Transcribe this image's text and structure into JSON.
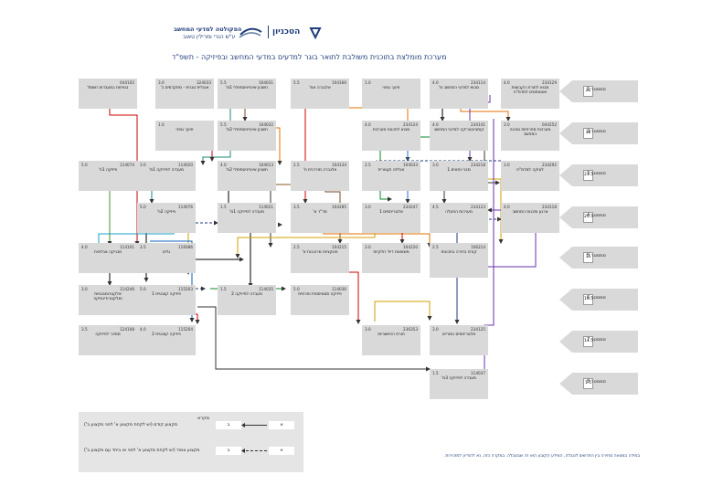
{
  "header": {
    "faculty_name": "הפקולטה למדעי המחשב",
    "faculty_sub": "ע\"ש הנרי ומרילין טאוב",
    "institute_name": "הטכניון",
    "title": "מערכת מומלצת בתוכנית משולבת לתואר בוגר למדעים במדעי המחשב ובפיזיקה - תשפ\"ד"
  },
  "semesters": [
    {
      "label": "סמסטר 1",
      "points": "22"
    },
    {
      "label": "סמסטר 2",
      "points": "18"
    },
    {
      "label": "סמסטר 3",
      "points": "21.5"
    },
    {
      "label": "סמסטר 4",
      "points": "20.5"
    },
    {
      "label": "סמסטר 5",
      "points": "15"
    },
    {
      "label": "סמסטר 6",
      "points": "16.5"
    },
    {
      "label": "סמסטר 7",
      "points": "14.5"
    },
    {
      "label": "סמסטר 8",
      "points": "1.5"
    }
  ],
  "courses": [
    {
      "points": "4.0",
      "number": "234114",
      "name": "מבוא למדעי המחשב מ'"
    },
    {
      "points": "5.5",
      "number": "104166",
      "name": "אלגברה אמ'"
    },
    {
      "points": "5.5",
      "number": "104031",
      "name": "חשבון אינפיניטסימלי 1מ'"
    },
    {
      "points": "3.0",
      "number": "324033",
      "name": "אנגלית טכנית - מתקדמים ב'"
    },
    {
      "points": "",
      "number": "044102",
      "name": "בטיחות במעבדות חשמל"
    },
    {
      "points": "4.0",
      "number": "234129",
      "name": "מבוא לתורת הקבוצות ואוטומטים למדמ\"ח"
    },
    {
      "points": "1.0",
      "number": "",
      "name": "חינוך גופני"
    },
    {
      "points": "4.0",
      "number": "234141",
      "name": "קומבינטוריקה למדעי המחשב"
    },
    {
      "points": "4.0",
      "number": "234124",
      "name": "מבוא לתכנות מערכות"
    },
    {
      "points": "5.5",
      "number": "104032",
      "name": "חשבון אינפיניטסימלי 2מ'"
    },
    {
      "points": "1.0",
      "number": "",
      "name": "חינוך גופני"
    },
    {
      "points": "3.0",
      "number": "044252",
      "name": "מערכות ספרתיות ומבנה המחשב"
    },
    {
      "points": "3.0",
      "number": "234218",
      "name": "מבני נתונים 1"
    },
    {
      "points": "2.5",
      "number": "104134",
      "name": "אלגברה מודרנית ח'"
    },
    {
      "points": "2.5",
      "number": "104033",
      "name": "אנליזה וקטורית"
    },
    {
      "points": "4.0",
      "number": "104013",
      "name": "חשבון אינפיניטסימלי 2ת'"
    },
    {
      "points": "3.0",
      "number": "114020",
      "name": "מעבדה לפיזיקה 1מ'"
    },
    {
      "points": "5.0",
      "number": "114074",
      "name": "פיזיקה 1פ'"
    },
    {
      "points": "3.0",
      "number": "234292",
      "name": "לוגיקה למדמ\"ח"
    },
    {
      "points": "4.0",
      "number": "234118",
      "name": "ארגון ותכנות המחשב"
    },
    {
      "points": "4.5",
      "number": "234123",
      "name": "מערכות הפעלה"
    },
    {
      "points": "3.0",
      "number": "234247",
      "name": "אלגוריתמים 1"
    },
    {
      "points": "3.5",
      "number": "104285",
      "name": "מד\"ר א'"
    },
    {
      "points": "1.5",
      "number": "114021",
      "name": "מעבדה לפיזיקה 1מ'"
    },
    {
      "points": "5.0",
      "number": "114076",
      "name": "פיזיקה 2פ'"
    },
    {
      "points": "2.5",
      "number": "106214",
      "name": "קורס בחירה בתכונות"
    },
    {
      "points": "3.0",
      "number": "104220",
      "name": "משוואות דיפ' חלקיות"
    },
    {
      "points": "2.5",
      "number": "104215",
      "name": "פונקציות מרוכבות א'"
    },
    {
      "points": "3.5",
      "number": "116086",
      "name": "גלים"
    },
    {
      "points": "4.0",
      "number": "114101",
      "name": "מכניקה אנליטית"
    },
    {
      "points": "1.5",
      "number": "114035",
      "name": "מעבדה לפיזיקה 2"
    },
    {
      "points": "5.0",
      "number": "114036",
      "name": "פיזיקה סטטיסטית ותרמית"
    },
    {
      "points": "5.0",
      "number": "115203",
      "name": "פיזיקה קוונטית 1"
    },
    {
      "points": "3.0",
      "number": "114246",
      "name": "אלקטרומגנטיות ואלקטרודינמיקה"
    },
    {
      "points": "3.0",
      "number": "234125",
      "name": "אלגוריתמים נומריים"
    },
    {
      "points": "3.0",
      "number": "236353",
      "name": "תורת החישוביות"
    },
    {
      "points": "4.0",
      "number": "115204",
      "name": "פיזיקה קוונטית 2"
    },
    {
      "points": "3.5",
      "number": "124108",
      "name": "סמינר לפיזיקה"
    },
    {
      "points": "1.5",
      "number": "114037",
      "name": "מעבדה לפיזיקה 3מ'"
    }
  ],
  "legend": {
    "title": "מקרא",
    "row1_text": "מקצוע קודם (יש לקחת מקצוע א' לפני מקצוע ב')",
    "row2_text": "מקצוע צמוד (יש לקחת מקצוע א' לפני או ביחד עם מקצוע ב')",
    "box_a": "א",
    "box_b": "ב"
  },
  "footnote": "במידה במצאה סתירה בין התרשים לטבלה, המידע הקובע הוא זה שבטבלה. במקרה כזה, נא להודיע למזכירות."
}
